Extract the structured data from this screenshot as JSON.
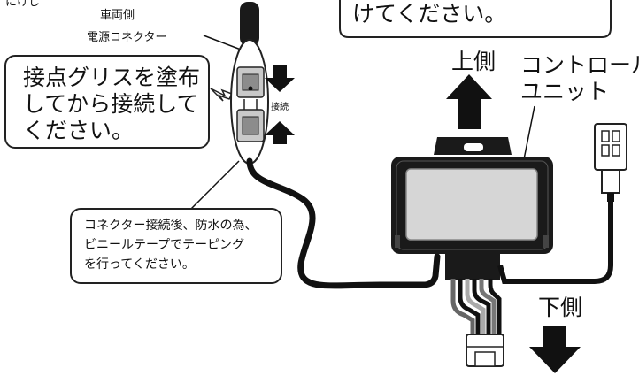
{
  "diagram": {
    "clipped_top_label": "にけし",
    "connector_label_line1": "車両側",
    "connector_label_line2": "電源コネクター",
    "note_top_right": "けてください。",
    "grease_note": {
      "line1": "接点グリスを塗布",
      "line2": "してから接続して",
      "line3": "ください。"
    },
    "connect_label": "接続",
    "up_label": "上側",
    "down_label": "下側",
    "control_unit": {
      "line1": "コントロール",
      "line2": "ユニット"
    },
    "tape_note": {
      "line1": "コネクター接続後、防水の為、",
      "line2": "ビニールテープでテーピング",
      "line3": "を行ってください。"
    }
  }
}
